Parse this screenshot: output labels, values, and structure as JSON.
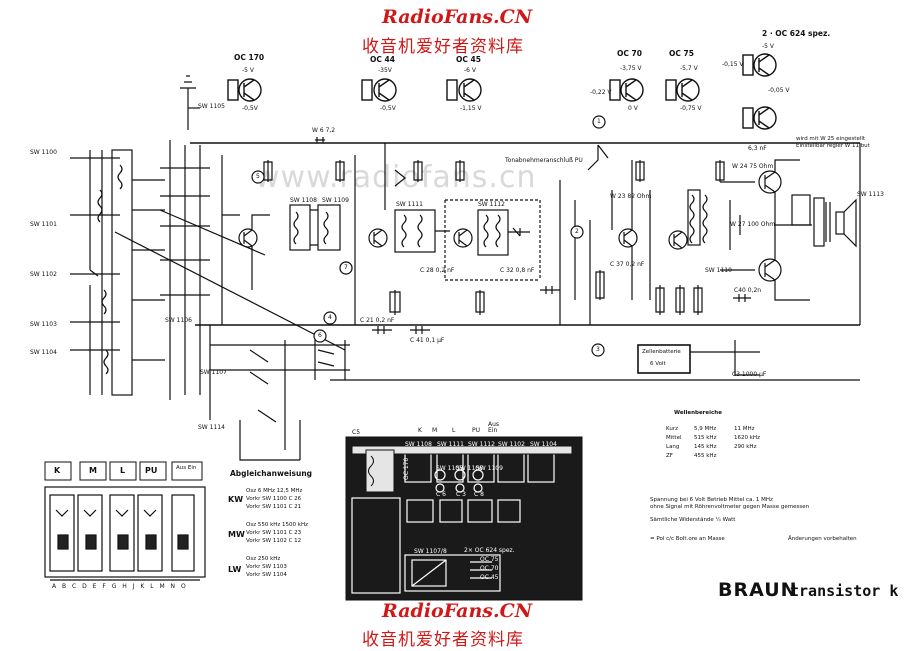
{
  "watermark": {
    "site": "RadioFans.CN",
    "site_cn": "收音机爱好者资料库",
    "faded": "www.radiofans.cn"
  },
  "brand": {
    "logo": "BRAUN",
    "model": "transistor k"
  },
  "transistors": {
    "t1": "OC 170",
    "t2": "OC 44",
    "t3": "OC 45",
    "t4": "OC 70",
    "t5": "OC 75",
    "t6": "2 · OC 624 spez."
  },
  "voltages": {
    "t1_top": "-5 V",
    "t1_bot": "-0,5V",
    "t2_top": "-35V",
    "t2_bot": "-0,5V",
    "t3_top": "-6 V",
    "t3_bot": "-1,15 V",
    "t4a_top": "-3,75 V",
    "t4a_left": "-0,22 V",
    "t4a_bot": "0 V",
    "t4b_top": "-5,7 V",
    "t4b_bot": "-0,75 V",
    "t6_top": "-5 V",
    "t6_left": "-0,15 V",
    "t6_bot": "-0,05 V"
  },
  "switch_refs": {
    "kw": "SW 1100",
    "mw": "SW 1101",
    "lw": "SW 1102",
    "pu": "SW 1103",
    "aus": "SW 1104",
    "sw1105": "SW 1105",
    "sw1106": "SW 1106",
    "sw1107": "SW 1107",
    "sw1108": "SW 1108",
    "sw1109": "SW 1109",
    "sw1110": "SW 1110",
    "sw1111": "SW 1111",
    "sw1112": "SW 1112",
    "sw1113": "SW 1113",
    "sw1114": "SW 1114"
  },
  "circle_markers": [
    "1",
    "2",
    "3",
    "4",
    "5",
    "6",
    "7"
  ],
  "note_top_right": "wird mit W 25 eingestellt\nEinstellbar regler W 11 but",
  "pu_label": "Tonabnehmeranschluß  PU",
  "supply": {
    "box": "Zellenbatterie",
    "voltage": "6 Volt",
    "cap": "C3 1000 µF"
  },
  "keys": [
    "K",
    "M",
    "L",
    "PU",
    "Aus Ein"
  ],
  "key_bottom_letters": "A B C   D E F G H J K L   M N O",
  "alignment": {
    "title": "Abgleichanweisung",
    "kw": {
      "band": "KW",
      "rows": [
        "Osz  6 MHz   12,5 MHz",
        "Vorkr SW 1100   C 26",
        "Vorkr SW 1101   C 21"
      ]
    },
    "mw": {
      "band": "MW",
      "rows": [
        "Osz  550 kHz   1500 kHz",
        "Vorkr SW 1101   C 23",
        "Vorkr SW 1102   C 12"
      ]
    },
    "lw": {
      "band": "LW",
      "rows": [
        "Osz  250 kHz",
        "Vorkr SW 1103",
        "Vorkr SW 1104"
      ]
    }
  },
  "ranges": {
    "title": "Wellenbereiche",
    "rows": [
      [
        "Kurz",
        "5,9 MHz",
        "11 MHz"
      ],
      [
        "Mittel",
        "515 kHz",
        "1620 kHz"
      ],
      [
        "Lang",
        "145 kHz",
        "290 kHz"
      ],
      [
        "ZF",
        "455 kHz",
        ""
      ]
    ]
  },
  "notes": {
    "measure": "Spannung bei 6 Volt Betrieb Mittel ca. 1 MHz\nohne Signal mit Röhrenvoltmeter gegen Masse gemessen",
    "resistors": "Sämtliche Widerstände  ¼ Watt",
    "pu_note": "= Pol  c/c Bolt.ore  an Masse",
    "changes": "Änderungen vorbehalten"
  },
  "layout_labels": {
    "c5": "C5",
    "oc170": "OC 170",
    "header": [
      "K",
      "M",
      "L",
      "PU",
      "Aus Ein"
    ],
    "coil_refs": [
      "SW 1108",
      "SW 1111",
      "SW 1112",
      "SW 1102",
      "SW 1104"
    ],
    "coil_refs2": [
      "SW 1105",
      "SW 1106",
      "SW 1109"
    ],
    "c_labels": [
      "C 6",
      "C 3",
      "C 8"
    ],
    "oc_legend": [
      "2× OC 624 spez.",
      "OC 75",
      "OC 70",
      "OC 45"
    ],
    "sw_box": "SW 1107/8"
  },
  "component_values": {
    "r_top": "W 6 7,2",
    "c_out": "6,3 nF",
    "w24": "W 24 75 Ohm",
    "w23": "W 23 82 Ohm",
    "w27": "W 27 100 Ohm",
    "c28": "C 28 0,2 nF",
    "c21": "C 21 0,2 nF",
    "c41": "C 41 0,1 µF",
    "c32": "C 32 0,8 nF",
    "c37": "C 37 0,2 nF",
    "c40": "C40 0,2n",
    "tr": "SW 1110",
    "spk": "SW 1113"
  }
}
